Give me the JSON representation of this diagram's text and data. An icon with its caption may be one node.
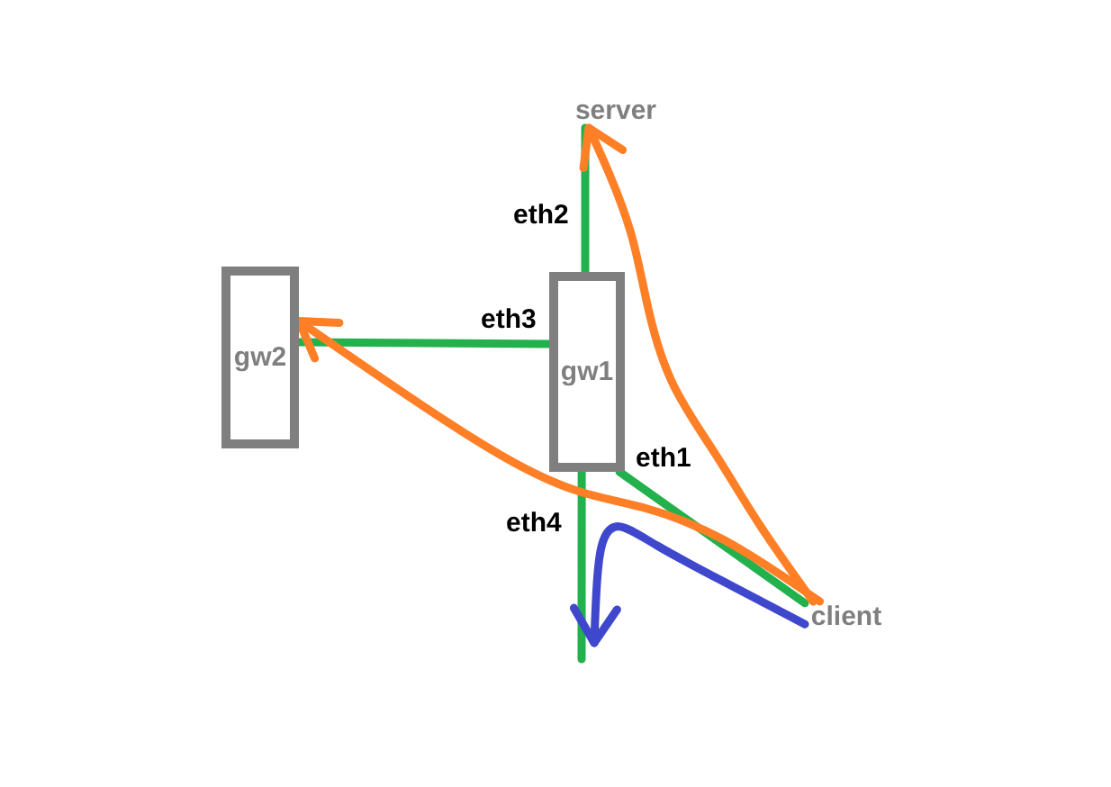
{
  "diagram": {
    "nodes": [
      {
        "text": [
          "server"
        ]
      },
      {
        "text": [
          "gw2"
        ]
      },
      {
        "text": [
          "gw1"
        ]
      },
      {
        "text": [
          "client"
        ]
      }
    ],
    "edges": [
      {
        "from": 2,
        "to": 0,
        "arrow": "none",
        "label": "eth2"
      },
      {
        "from": 2,
        "to": 1,
        "arrow": "none",
        "label": "eth3"
      },
      {
        "from": 2,
        "to": 3,
        "arrow": "none",
        "label": "eth1"
      },
      {
        "from": 2,
        "to": null,
        "arrow": "none",
        "label": "eth4"
      },
      {
        "from": 3,
        "to": 0,
        "arrow": "to",
        "color": "#ff7f27"
      },
      {
        "from": 3,
        "to": 1,
        "arrow": "to",
        "color": "#ff7f27"
      },
      {
        "from": 3,
        "to": null,
        "arrow": "to",
        "color": "#3f48cc"
      }
    ]
  }
}
